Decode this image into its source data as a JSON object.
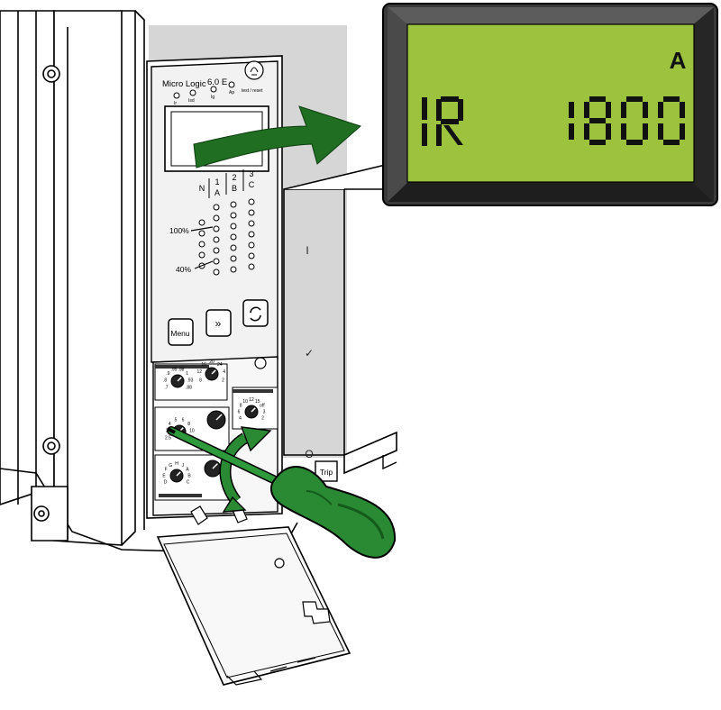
{
  "trip_unit": {
    "brand_label": "Micro Logic",
    "model_label": "6.0 E",
    "led_labels": [
      "Ir",
      "Isd",
      "Ig",
      "Ap"
    ],
    "test_reset_label": "test / reset",
    "phase_headers": [
      {
        "num": "N",
        "letter": ""
      },
      {
        "num": "1",
        "letter": "A"
      },
      {
        "num": "2",
        "letter": "B"
      },
      {
        "num": "3",
        "letter": "C"
      }
    ],
    "bargraph_top_label": "100%",
    "bargraph_bottom_label": "40%",
    "buttons": {
      "menu_label": "Menu",
      "next_label": "»"
    },
    "dial_scales": {
      "ir_dial": [
        ".7",
        ".8",
        ".9",
        ".95",
        ".98",
        "1",
        ".93",
        ".88"
      ],
      "tr_dial": [
        "8",
        "12",
        "16",
        "20",
        "24",
        "4",
        "2"
      ],
      "isd_dial": [
        "2.5",
        "3",
        "4",
        "5",
        "6",
        "8",
        "10",
        "1.5"
      ],
      "ii_dial": [
        "4",
        "6",
        "8",
        "10",
        "12",
        "15",
        "off",
        "3",
        "2"
      ],
      "ig_dial": [
        "D",
        "E",
        "F",
        "G",
        "H",
        "J",
        "A",
        "B",
        "C"
      ]
    }
  },
  "breaker": {
    "trip_label": "Trip",
    "position_marks": [
      "I",
      "✓",
      "O"
    ]
  },
  "lcd": {
    "unit": "A",
    "parameter": "IR",
    "value": "1800",
    "background_color": "#9cc23e",
    "bezel_color": "#3a3a3a"
  },
  "arrow": {
    "color": "#1f6e21",
    "direction": "right"
  },
  "screwdriver": {
    "handle_color": "#2a8a34"
  },
  "rotation_arrow": {
    "color": "#2a8a34"
  },
  "colors": {
    "panel_grey": "#d6d6d6"
  }
}
